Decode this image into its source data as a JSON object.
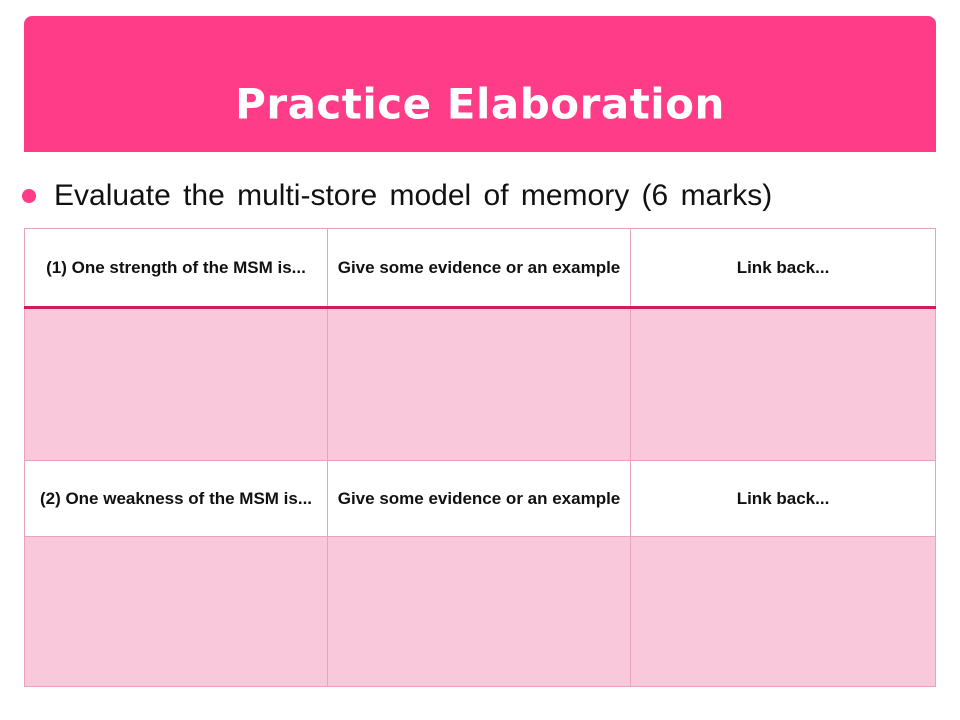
{
  "slide": {
    "title": "Practice Elaboration",
    "bullet": "Evaluate the multi-store model of memory (6 marks)"
  },
  "table": {
    "header_row_1": [
      "(1) One strength of the MSM is...",
      "Give some evidence or an example",
      "Link back..."
    ],
    "header_row_2": [
      "(2) One weakness of the MSM is...",
      "Give some evidence or an example",
      "Link back..."
    ]
  },
  "colors": {
    "accent": "#ff3c87",
    "cell_fill": "#f9c8db",
    "header_rule": "#cc1f57"
  }
}
